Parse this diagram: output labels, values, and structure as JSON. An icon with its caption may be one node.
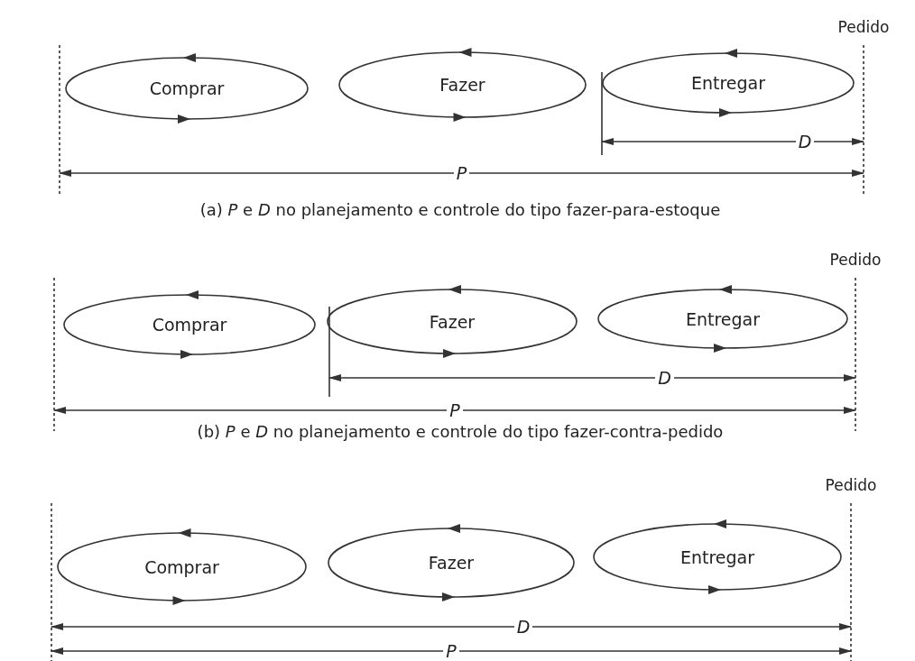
{
  "diagram": {
    "nodes": [
      {
        "text": [
          "Comprar"
        ]
      },
      {
        "text": [
          "Fazer"
        ]
      },
      {
        "text": [
          "Entregar"
        ]
      },
      {
        "text": [
          "Comprar"
        ]
      },
      {
        "text": [
          "Fazer"
        ]
      },
      {
        "text": [
          "Entregar"
        ]
      },
      {
        "text": [
          "Comprar"
        ]
      },
      {
        "text": [
          "Fazer"
        ]
      },
      {
        "text": [
          "Entregar"
        ]
      }
    ],
    "edges": [],
    "labels": [
      "Pedido",
      "D",
      "P",
      "(a) *P* e *D* no planejamento e controle do tipo fazer-para-estoque",
      "Pedido",
      "D",
      "P",
      "(b) *P* e *D* no planejamento e controle do tipo fazer-contra-pedido",
      "Pedido",
      "D",
      "P"
    ]
  }
}
